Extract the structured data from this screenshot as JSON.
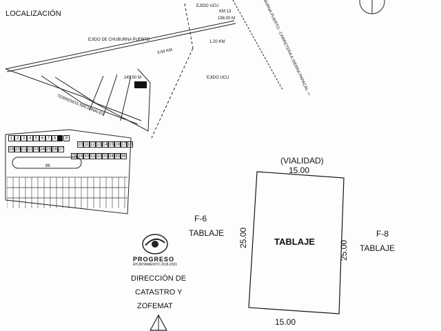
{
  "document": {
    "localizacion_label": "LOCALIZACIÓN",
    "map_labels": {
      "ejido_ucu_top": "EJIDO UCU",
      "km13": "KM 13",
      "dist_198": "198.00 M",
      "ejido_chuburna": "EJIDO DE CHUBURNA PUERTO",
      "dist_304": "3.04 KM",
      "dist_120": "1.20 KM",
      "ejido_ucu_mid": "EJIDO UCU",
      "carretera": "CHUBURNA PUERTO - CARRETERA A SIERRA PAPACAL ->",
      "dist_245": "245.50 M",
      "terrenos": "TERRENOS NACIONALES",
      "lot_86": "86"
    },
    "lot_row1": [
      "1",
      "2",
      "3",
      "4",
      "5",
      "6",
      "7",
      "8",
      "9"
    ],
    "lot_row2": [
      "19",
      "20",
      "21",
      "22",
      "23",
      "24",
      "25",
      "26",
      "27"
    ],
    "lot_row1b": [
      "10",
      "11",
      "12",
      "13",
      "14",
      "15",
      "16",
      "17",
      "18"
    ],
    "lot_row2b": [
      "28",
      "29",
      "30",
      "31",
      "32",
      "33",
      "34",
      "35",
      "36"
    ],
    "plan": {
      "vialidad": "(VIALIDAD)",
      "top_dim": "15.00",
      "bottom_dim": "15.00",
      "left_dim": "25.00",
      "right_dim": "25.00",
      "center_label": "TABLAJE",
      "left_label_1": "F-6",
      "left_label_2": "TABLAJE",
      "right_label_1": "F-8",
      "right_label_2": "TABLAJE"
    },
    "seal": {
      "brand": "PROGRESO",
      "subtitle": "AYUNTAMIENTO 2018-2021",
      "line1": "DIRECCIÓN DE",
      "line2": "CATASTRO Y",
      "line3": "ZOFEMAT"
    }
  }
}
